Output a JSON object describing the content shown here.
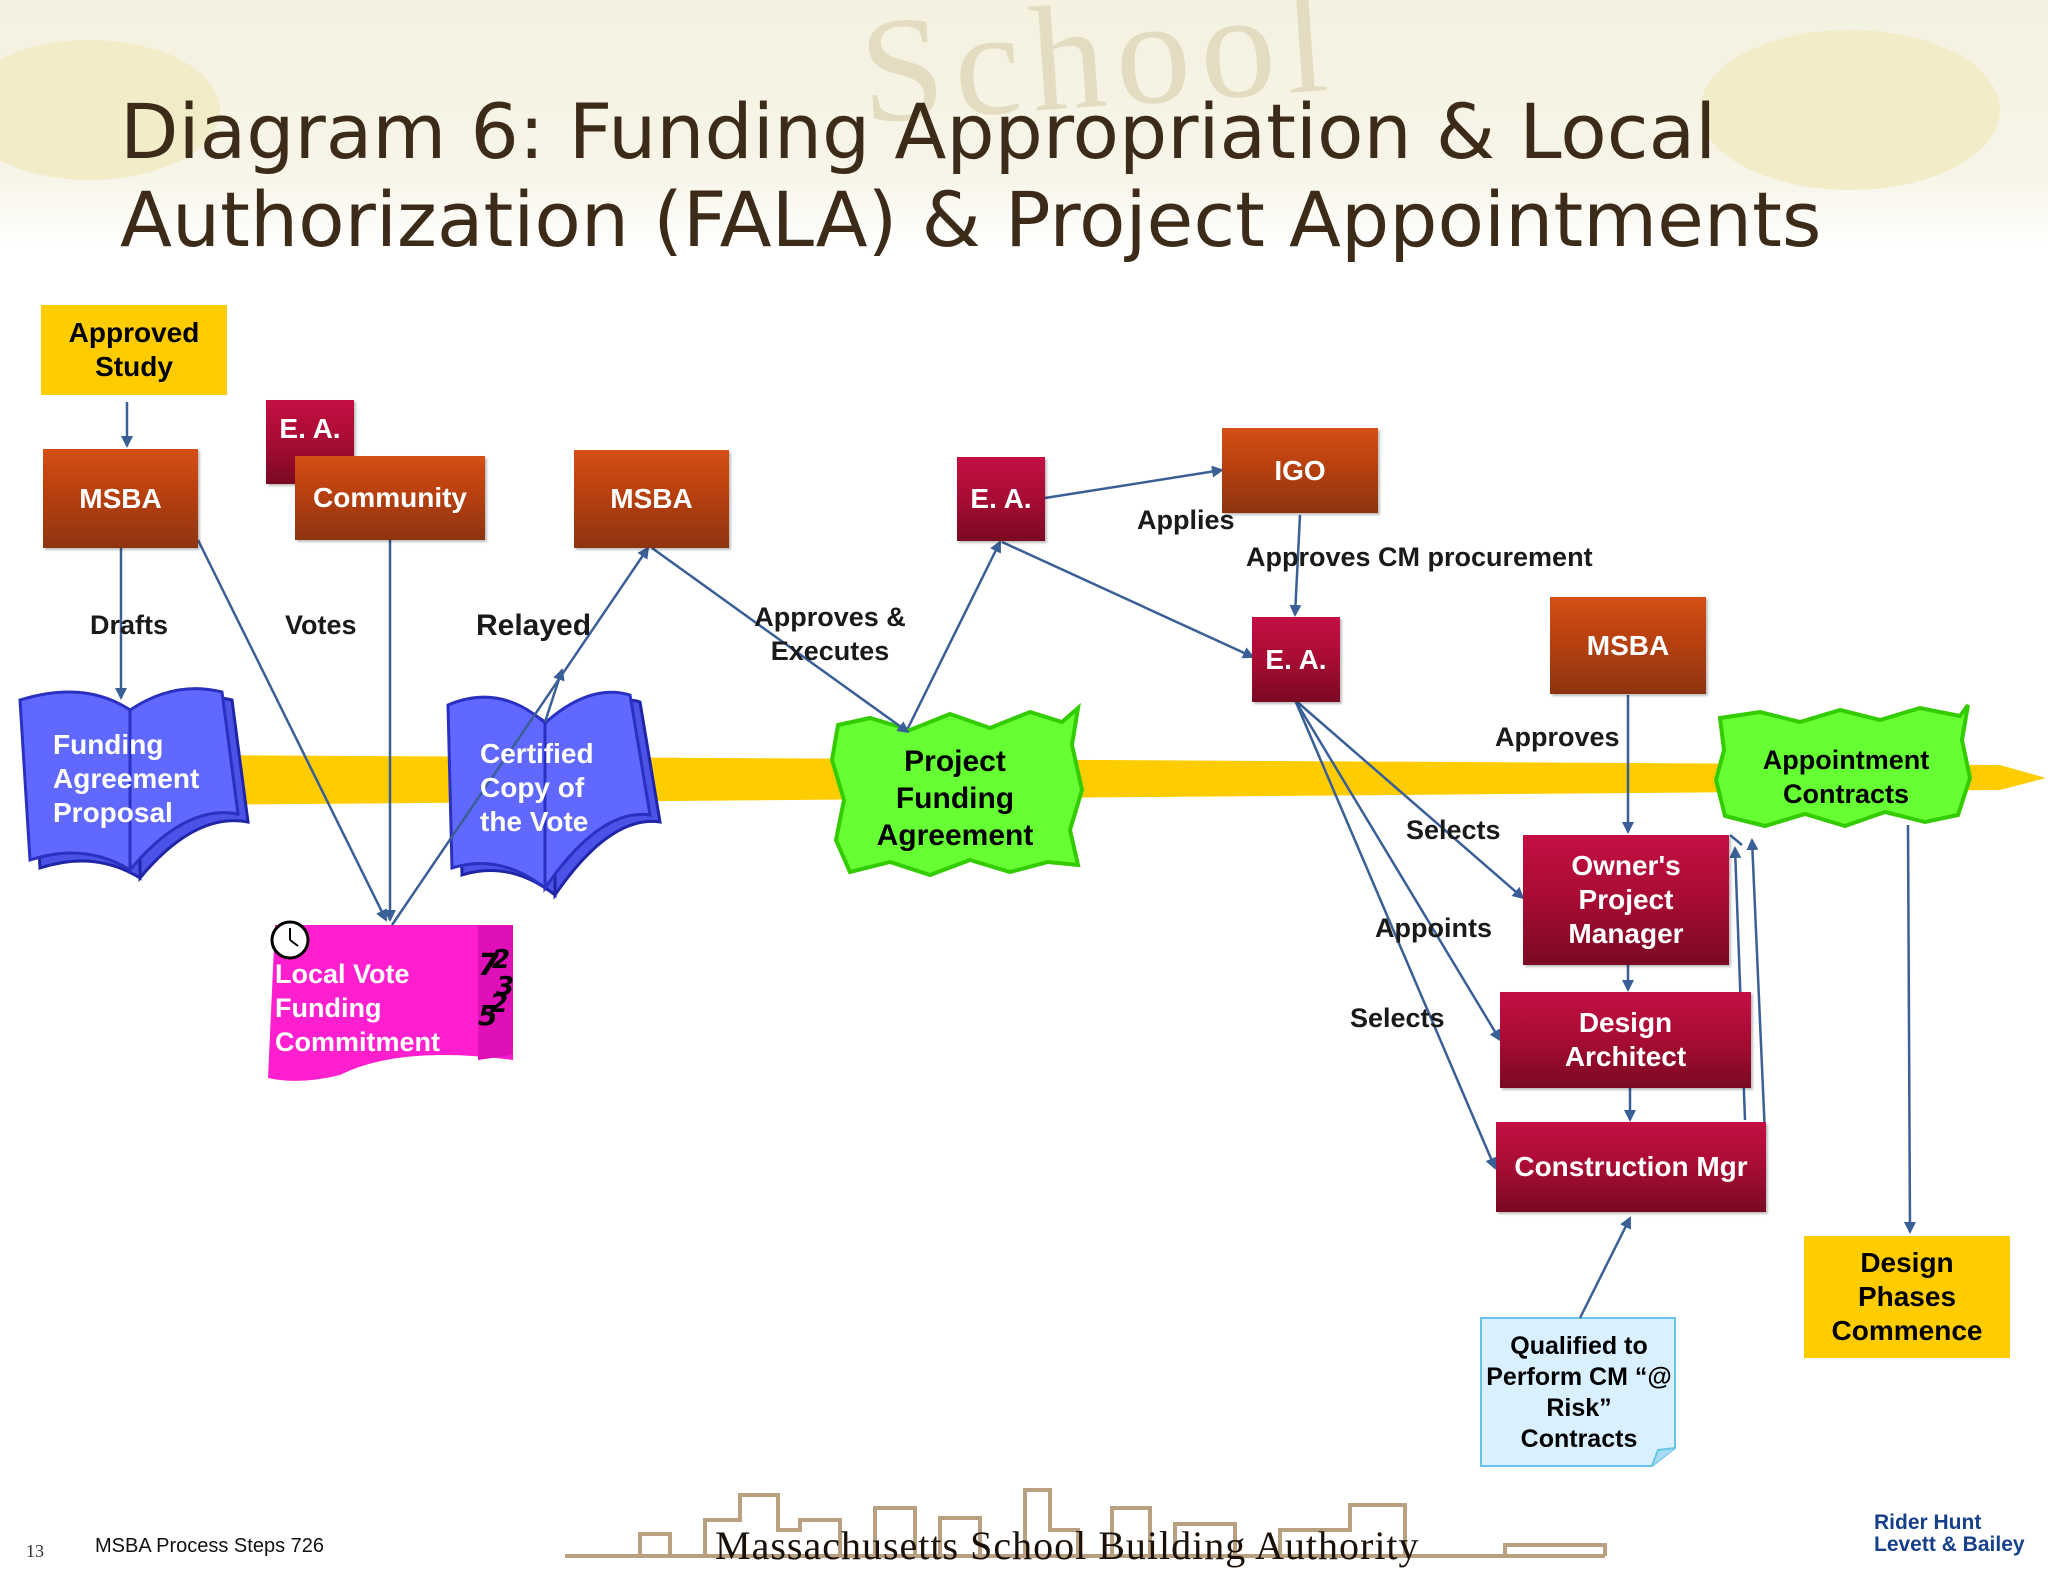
{
  "title": {
    "line1": "Diagram 6: Funding Appropriation & Local",
    "line2": "Authorization (FALA) & Project Appointments"
  },
  "nodes": {
    "approved_study": "Approved Study",
    "msba_1": "MSBA",
    "ea_1": "E. A.",
    "community": "Community",
    "msba_2": "MSBA",
    "ea_2": "E. A.",
    "igo": "IGO",
    "ea_3": "E. A.",
    "msba_3": "MSBA",
    "funding_agreement_proposal": "Funding Agreement Proposal",
    "certified_copy": "Certified Copy of the Vote",
    "project_funding_agreement": "Project Funding Agreement",
    "appointment_contracts": "Appointment Contracts",
    "local_vote": "Local Vote Funding Commitment",
    "owners_pm": "Owner's Project Manager",
    "design_architect": "Design Architect",
    "construction_mgr": "Construction Mgr",
    "qualified_cm": "Qualified to Perform CM “@ Risk” Contracts",
    "design_phases": "Design Phases Commence"
  },
  "edge_labels": {
    "drafts": "Drafts",
    "votes": "Votes",
    "relayed": "Relayed",
    "approves_executes": "Approves & Executes",
    "applies": "Applies",
    "approves_cm": "Approves CM procurement",
    "approves": "Approves",
    "selects_1": "Selects",
    "appoints": "Appoints",
    "selects_2": "Selects"
  },
  "footer": {
    "page_number": "13",
    "process_text": "MSBA Process Steps 726",
    "org_name": "Massachusetts School Building Authority",
    "logo_line1": "Rider Hunt",
    "logo_line2": "Levett & Bailey"
  },
  "colors": {
    "orange_box": "#b8400f",
    "crimson_box": "#a70c33",
    "yellow_box": "#ffcc00",
    "green_box": "#66ff33",
    "timeline": "#ffcc00",
    "book_blue": "#5a63ff",
    "vote_magenta": "#ff1fcf",
    "note_blue": "#d8f0ff",
    "arrow": "#3a5f96"
  }
}
